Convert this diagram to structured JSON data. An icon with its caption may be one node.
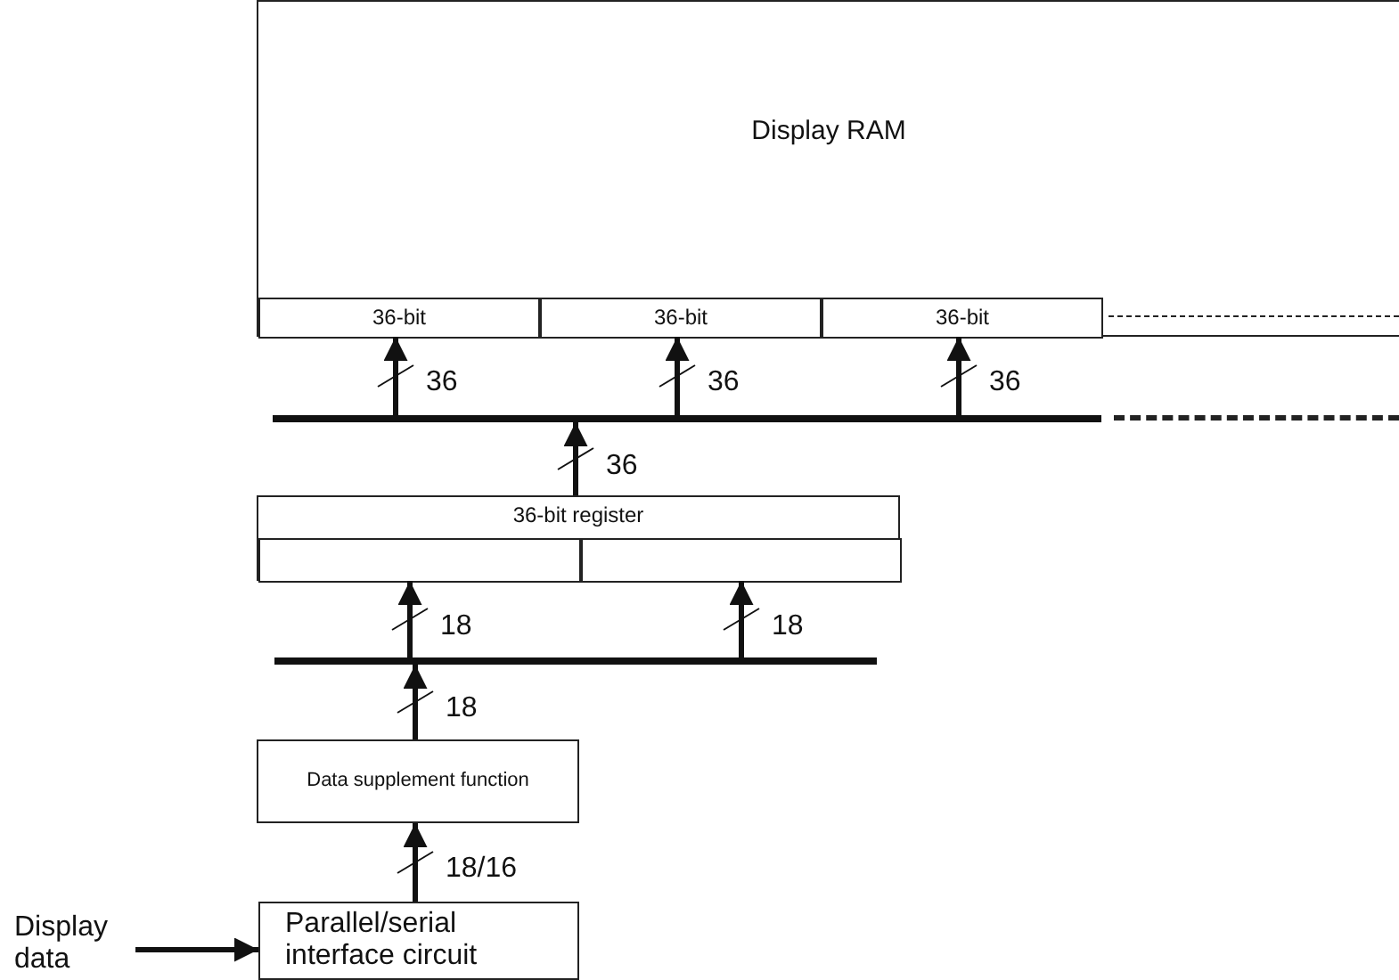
{
  "diagram": {
    "nodes": [
      {
        "text": [
          "Display RAM"
        ]
      },
      {
        "text": [
          "36-bit"
        ],
        "in": 0
      },
      {
        "text": [
          "36-bit"
        ],
        "in": 0
      },
      {
        "text": [
          "36-bit"
        ],
        "in": 0
      },
      {
        "text": [],
        "shape": "bar"
      },
      {
        "text": [
          "36-bit register"
        ]
      },
      {
        "text": [],
        "shape": "box",
        "in": 5
      },
      {
        "text": [],
        "shape": "box",
        "in": 5
      },
      {
        "text": [],
        "shape": "bar"
      },
      {
        "text": [
          "Data supplement function"
        ]
      },
      {
        "text": [
          "Parallel/serial interface circuit"
        ]
      },
      {
        "text": [
          "Display data"
        ]
      }
    ],
    "edges": [
      {
        "from": 4,
        "to": 1,
        "arrow": "to",
        "label": "36"
      },
      {
        "from": 4,
        "to": 2,
        "arrow": "to",
        "label": "36"
      },
      {
        "from": 4,
        "to": 3,
        "arrow": "to",
        "label": "36"
      },
      {
        "from": 5,
        "to": 4,
        "arrow": "to",
        "label": "36"
      },
      {
        "from": 8,
        "to": 6,
        "arrow": "to",
        "label": "18"
      },
      {
        "from": 8,
        "to": 7,
        "arrow": "to",
        "label": "18"
      },
      {
        "from": 9,
        "to": 8,
        "arrow": "to",
        "label": "18"
      },
      {
        "from": 10,
        "to": 9,
        "arrow": "to",
        "label": "18/16"
      },
      {
        "from": 11,
        "to": 10,
        "arrow": "to"
      }
    ]
  }
}
